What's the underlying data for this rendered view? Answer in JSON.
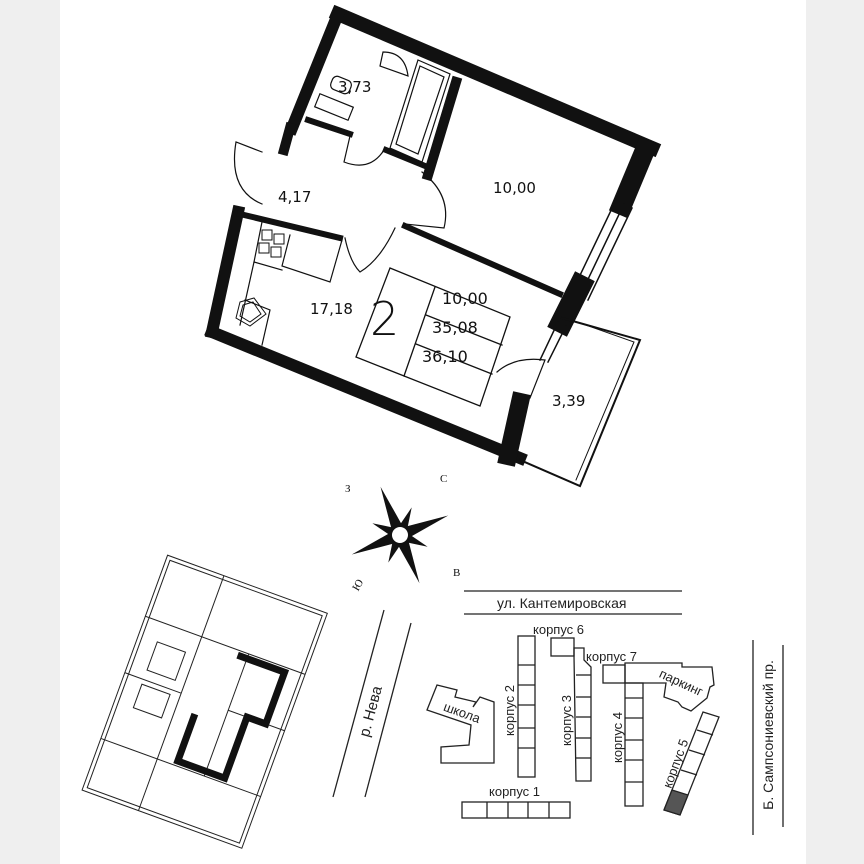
{
  "plan": {
    "rooms": {
      "bathroom": "3,73",
      "hall": "4,17",
      "bedroom": "10,00",
      "kitchen_living": "17,18",
      "balcony": "3,39"
    },
    "summary": {
      "rooms_count": "2",
      "living_area": "10,00",
      "total_area": "35,08",
      "total_with_balcony": "36,10"
    }
  },
  "compass": {
    "north": "С",
    "west": "З",
    "east": "В",
    "south": "Ю"
  },
  "site_map": {
    "street_top": "ул. Кантемировская",
    "street_right": "Б. Сампсониевский пр.",
    "river": "р. Нева",
    "school": "школа",
    "parking": "паркинг",
    "buildings": [
      "корпус 1",
      "корпус 2",
      "корпус 3",
      "корпус 4",
      "корпус 5",
      "корпус 6",
      "корпус 7"
    ],
    "highlighted_building": "корпус 5",
    "highlight_color": "#555555"
  }
}
